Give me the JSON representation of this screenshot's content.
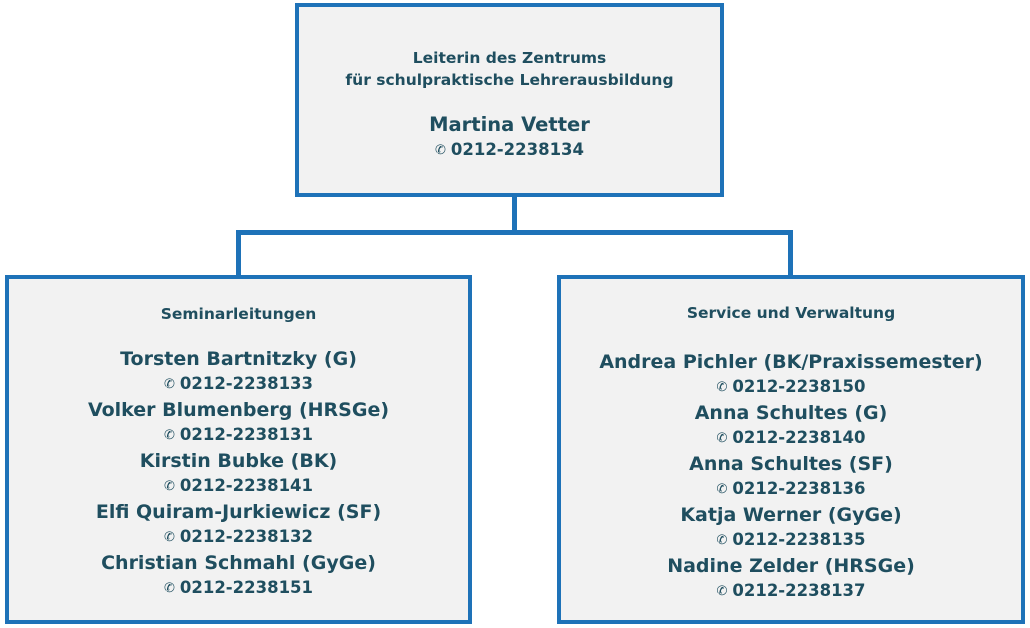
{
  "head": {
    "title_line1": "Leiterin des Zentrums",
    "title_line2": "für schulpraktische Lehrerausbildung",
    "name": "Martina Vetter",
    "phone": "0212-2238134"
  },
  "phone_icon": "phone-icon",
  "seminar": {
    "heading": "Seminarleitungen",
    "entries": [
      {
        "name": "Torsten Bartnitzky (G)",
        "phone": "0212-2238133"
      },
      {
        "name": "Volker Blumenberg (HRSGe)",
        "phone": "0212-2238131"
      },
      {
        "name": "Kirstin Bubke (BK)",
        "phone": "0212-2238141"
      },
      {
        "name": "Elfi Quiram-Jurkiewicz (SF)",
        "phone": "0212-2238132"
      },
      {
        "name": "Christian Schmahl (GyGe)",
        "phone": "0212-2238151"
      }
    ]
  },
  "service": {
    "heading": "Service und Verwaltung",
    "entries": [
      {
        "name": "Andrea Pichler (BK/Praxissemester)",
        "phone": "0212-2238150"
      },
      {
        "name": "Anna Schultes (G)",
        "phone": "0212-2238140"
      },
      {
        "name": "Anna Schultes (SF)",
        "phone": "0212-2238136"
      },
      {
        "name": "Katja Werner (GyGe)",
        "phone": "0212-2238135"
      },
      {
        "name": "Nadine Zelder (HRSGe)",
        "phone": "0212-2238137"
      }
    ]
  },
  "colors": {
    "border": "#1e72b8",
    "box_fill": "#f2f2f2",
    "text": "#1f4e5f"
  }
}
